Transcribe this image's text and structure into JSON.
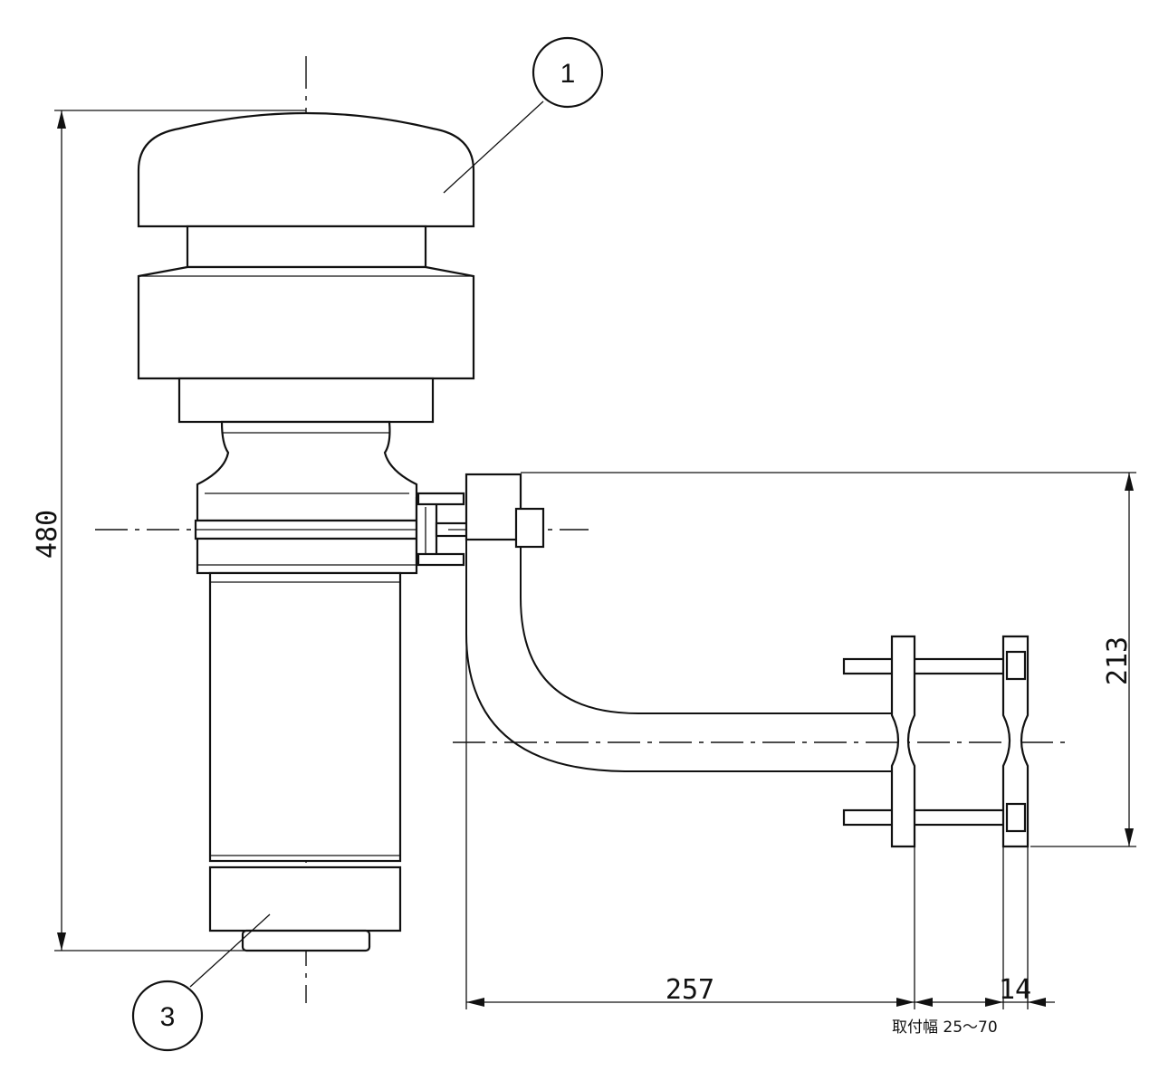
{
  "balloons": {
    "part_1": "1",
    "part_3": "3"
  },
  "dimensions": {
    "overall_height": "480",
    "bracket_height": "213",
    "horizontal_offset": "257",
    "clamp_thickness": "14"
  },
  "notes": {
    "mounting_width": "取付幅 25～70"
  }
}
